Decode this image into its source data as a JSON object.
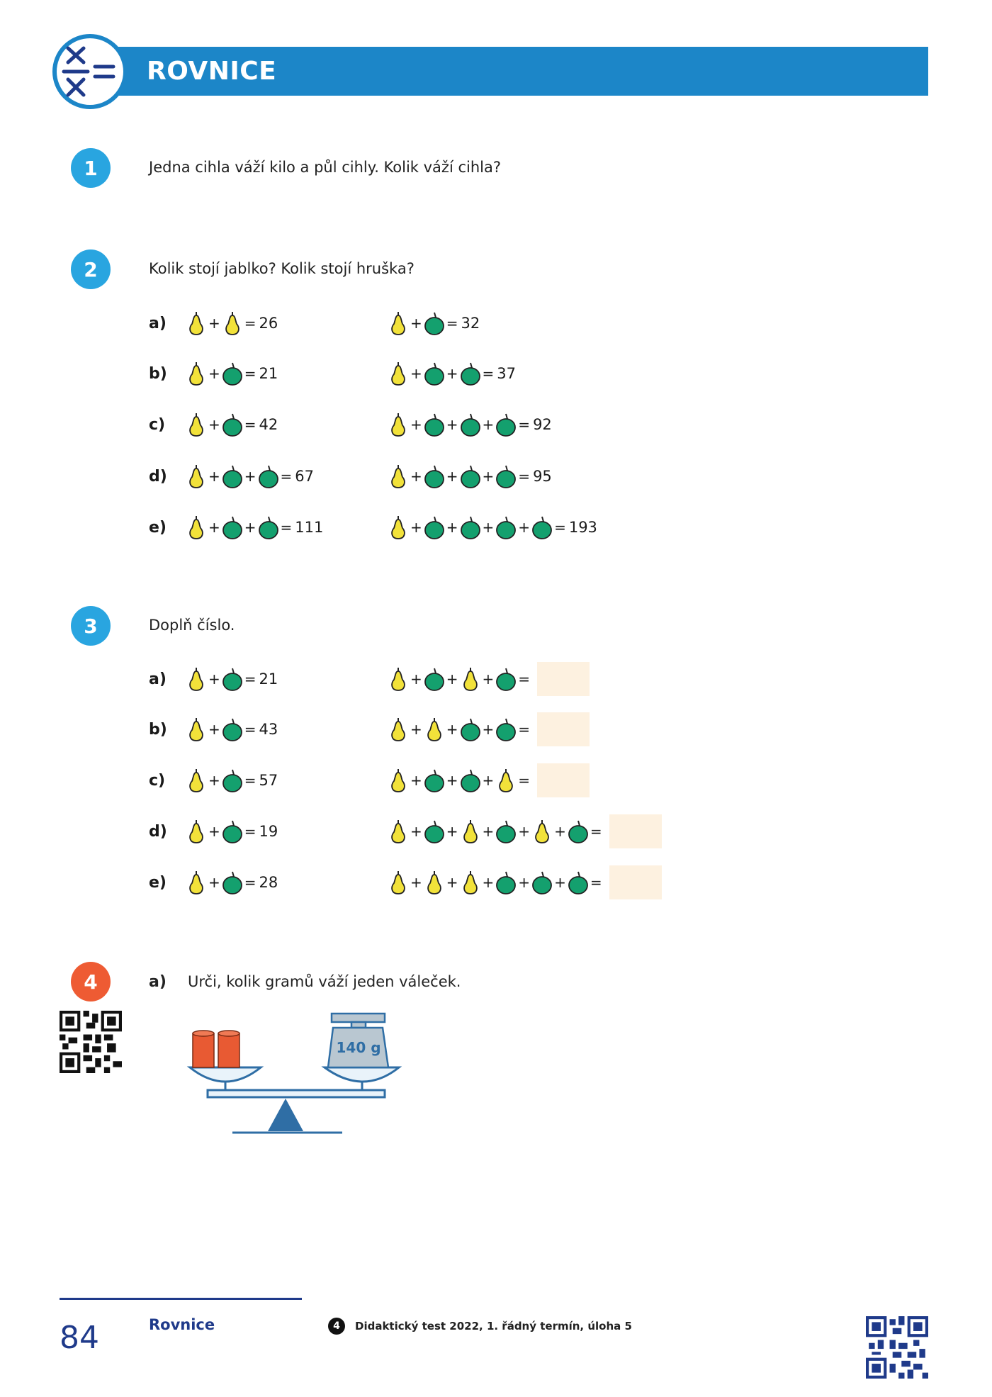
{
  "header": {
    "title": "ROVNICE",
    "logo_icon": "equation-logo-icon"
  },
  "task1": {
    "number": "1",
    "text": "Jedna cihla váží kilo a půl cihly. Kolik váží cihla?"
  },
  "task2": {
    "number": "2",
    "text": "Kolik stojí jablko? Kolik stojí hruška?",
    "rows": [
      {
        "label": "a)",
        "left": [
          "pear",
          "pear"
        ],
        "left_result": "26",
        "right": [
          "pear",
          "apple"
        ],
        "right_result": "32"
      },
      {
        "label": "b)",
        "left": [
          "pear",
          "apple"
        ],
        "left_result": "21",
        "right": [
          "pear",
          "apple",
          "apple"
        ],
        "right_result": "37"
      },
      {
        "label": "c)",
        "left": [
          "pear",
          "apple"
        ],
        "left_result": "42",
        "right": [
          "pear",
          "apple",
          "apple",
          "apple"
        ],
        "right_result": "92"
      },
      {
        "label": "d)",
        "left": [
          "pear",
          "apple",
          "apple"
        ],
        "left_result": "67",
        "right": [
          "pear",
          "apple",
          "apple",
          "apple"
        ],
        "right_result": "95"
      },
      {
        "label": "e)",
        "left": [
          "pear",
          "apple",
          "apple"
        ],
        "left_result": "111",
        "right": [
          "pear",
          "apple",
          "apple",
          "apple",
          "apple"
        ],
        "right_result": "193"
      }
    ]
  },
  "task3": {
    "number": "3",
    "text": "Doplň číslo.",
    "rows": [
      {
        "label": "a)",
        "left": [
          "pear",
          "apple"
        ],
        "left_result": "21",
        "right": [
          "pear",
          "apple",
          "pear",
          "apple"
        ]
      },
      {
        "label": "b)",
        "left": [
          "pear",
          "apple"
        ],
        "left_result": "43",
        "right": [
          "pear",
          "pear",
          "apple",
          "apple"
        ]
      },
      {
        "label": "c)",
        "left": [
          "pear",
          "apple"
        ],
        "left_result": "57",
        "right": [
          "pear",
          "apple",
          "apple",
          "pear"
        ]
      },
      {
        "label": "d)",
        "left": [
          "pear",
          "apple"
        ],
        "left_result": "19",
        "right": [
          "pear",
          "apple",
          "pear",
          "apple",
          "pear",
          "apple"
        ]
      },
      {
        "label": "e)",
        "left": [
          "pear",
          "apple"
        ],
        "left_result": "28",
        "right": [
          "pear",
          "pear",
          "pear",
          "apple",
          "apple",
          "apple"
        ]
      }
    ]
  },
  "task4": {
    "number": "4",
    "label": "a)",
    "text": "Urči, kolik gramů váží jeden váleček.",
    "weight_label": "140 g"
  },
  "footer": {
    "page": "84",
    "section": "Rovnice",
    "note_number": "4",
    "note": "Didaktický test 2022, 1. řádný termín, úloha 5"
  },
  "colors": {
    "header": "#1c86c8",
    "badge": "#29a5e0",
    "badge_red": "#ee5b33",
    "pear": "#f2e23a",
    "apple": "#14a06e",
    "answer_box": "#fdf1e0",
    "cylinder": "#e85a33"
  }
}
